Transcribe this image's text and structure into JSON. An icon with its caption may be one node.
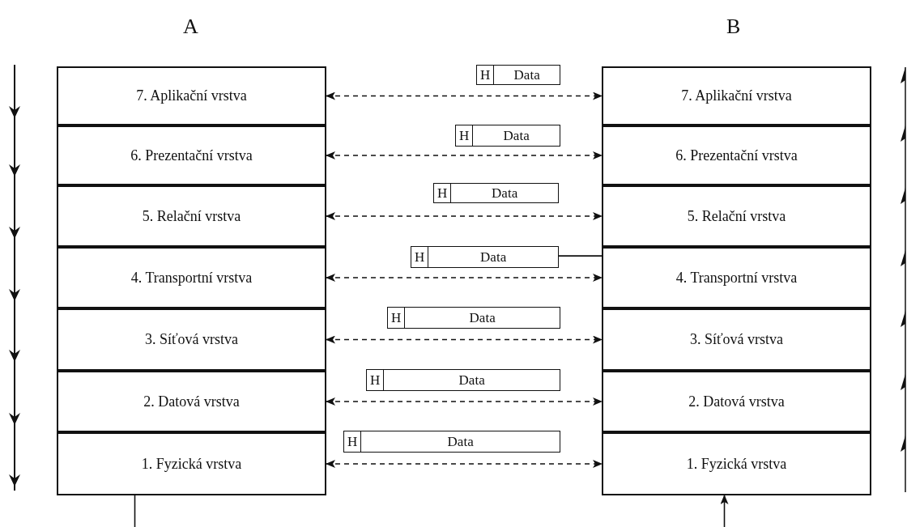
{
  "diagram": {
    "nodes": [
      {
        "text": [
          "7. Aplikační vrstva"
        ]
      },
      {
        "text": [
          "H",
          "Data"
        ]
      },
      {
        "text": [
          "7. Aplikační vrstva"
        ]
      },
      {
        "text": [
          "6. Prezentační vrstva"
        ]
      },
      {
        "text": [
          "H",
          "Data"
        ]
      },
      {
        "text": [
          "6. Prezentační vrstva"
        ]
      },
      {
        "text": [
          "5. Relační vrstva"
        ]
      },
      {
        "text": [
          "H",
          "Data"
        ]
      },
      {
        "text": [
          "5. Relační vrstva"
        ]
      },
      {
        "text": [
          "4. Transportní vrstva"
        ]
      },
      {
        "text": [
          "H",
          "Data"
        ]
      },
      {
        "text": [
          "4. Transportní vrstva"
        ]
      },
      {
        "text": [
          "3. Síťová vrstva"
        ]
      },
      {
        "text": [
          "H",
          "Data"
        ]
      },
      {
        "text": [
          "3. Síťová vrstva"
        ]
      },
      {
        "text": [
          "2. Datová vrstva"
        ]
      },
      {
        "text": [
          "H",
          "Data"
        ]
      },
      {
        "text": [
          "2. Datová vrstva"
        ]
      },
      {
        "text": [
          "1. Fyzická vrstva"
        ]
      },
      {
        "text": [
          "H",
          "Data"
        ]
      },
      {
        "text": [
          "1. Fyzická vrstva"
        ]
      }
    ],
    "edges": [
      {
        "from": 0,
        "to": 2,
        "arrow": "both",
        "style": "dashed"
      },
      {
        "from": 3,
        "to": 5,
        "arrow": "both",
        "style": "dashed"
      },
      {
        "from": 6,
        "to": 8,
        "arrow": "both",
        "style": "dashed"
      },
      {
        "from": 9,
        "to": 11,
        "arrow": "both",
        "style": "dashed"
      },
      {
        "from": 12,
        "to": 14,
        "arrow": "both",
        "style": "dashed"
      },
      {
        "from": 15,
        "to": 17,
        "arrow": "both",
        "style": "dashed"
      },
      {
        "from": 18,
        "to": 20,
        "arrow": "both",
        "style": "dashed"
      },
      {
        "from": 10,
        "to": 11,
        "arrow": "none"
      },
      {
        "from": 18,
        "to": null,
        "arrow": "none"
      },
      {
        "from": null,
        "to": 20,
        "arrow": "to"
      }
    ],
    "labels": [
      "A",
      "B"
    ]
  }
}
